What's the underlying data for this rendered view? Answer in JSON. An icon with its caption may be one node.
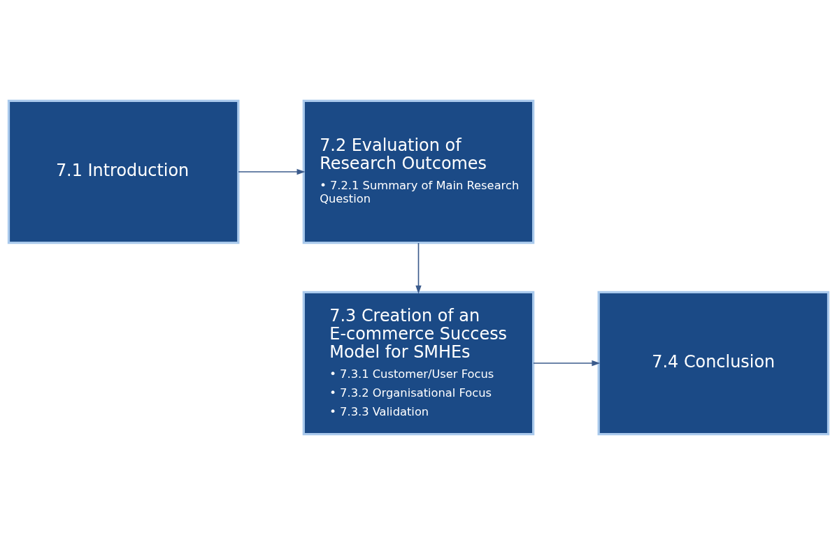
{
  "diagram": {
    "nodes": [
      {
        "text": [
          "7.1 Introduction"
        ]
      },
      {
        "text": [
          "7.2 Evaluation of Research Outcomes",
          "• 7.2.1 Summary of Main Research Question"
        ]
      },
      {
        "text": [
          "7.3 Creation of an E-commerce Success Model for SMHEs",
          "• 7.3.1 Customer/User Focus",
          "• 7.3.2 Organisational Focus",
          "• 7.3.3 Validation"
        ]
      },
      {
        "text": [
          "7.4 Conclusion"
        ]
      }
    ],
    "edges": [
      {
        "from": 0,
        "to": 1,
        "arrow": "to"
      },
      {
        "from": 1,
        "to": 2,
        "arrow": "to"
      },
      {
        "from": 2,
        "to": 3,
        "arrow": "to"
      }
    ]
  }
}
